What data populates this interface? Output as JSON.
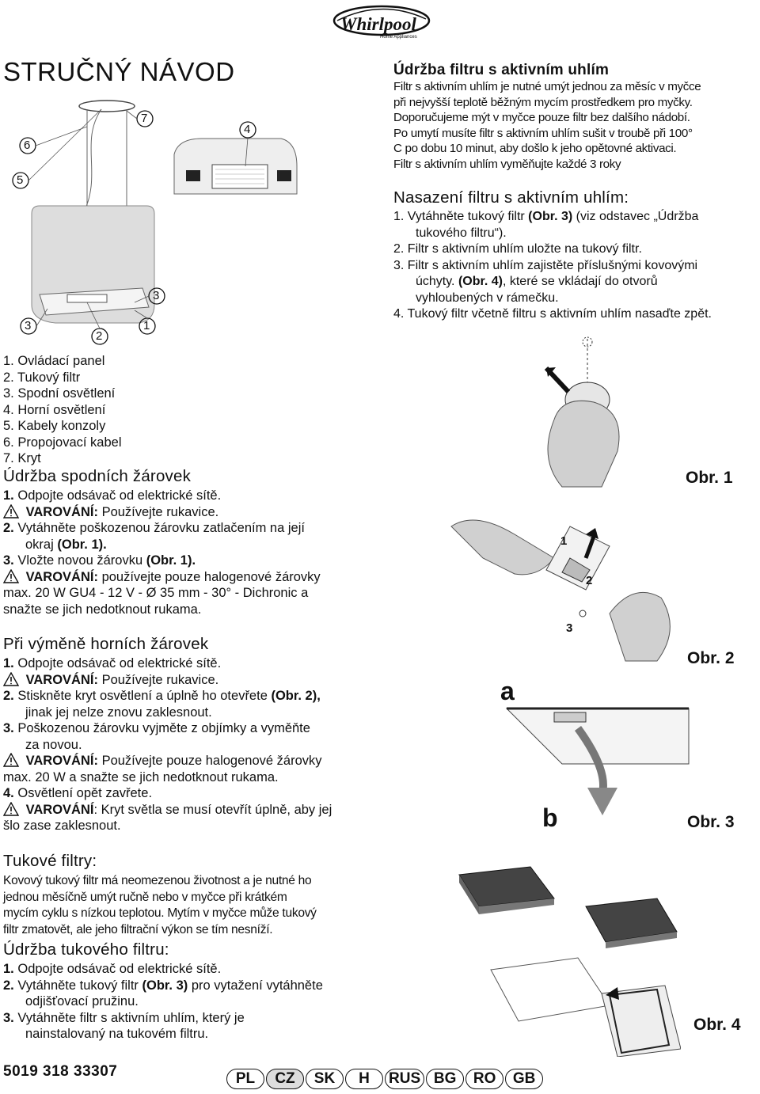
{
  "brand": {
    "name": "Whirlpool",
    "tagline": "Home Appliances"
  },
  "title": "STRUČNÝ NÁVOD",
  "diagram_callouts": [
    "6",
    "5",
    "7",
    "4",
    "3",
    "3",
    "2",
    "1"
  ],
  "parts": [
    "1. Ovládací panel",
    "2. Tukový filtr",
    "3. Spodní osvětlení",
    "4. Horní osvětlení",
    "5. Kabely konzoly",
    "6. Propojovací kabel",
    "7. Kryt"
  ],
  "lower_bulbs": {
    "heading": "Údržba spodních žárovek",
    "s1": "Odpojte odsávač od elektrické sítě.",
    "w1_label": "VAROVÁNÍ:",
    "w1_text": "Používejte rukavice.",
    "s2a": "Vytáhněte poškozenou žárovku zatlačením na její",
    "s2b": "okraj",
    "s2c": "(Obr. 1).",
    "s3a": "Vložte novou žárovku",
    "s3b": "(Obr. 1).",
    "w2_label": "VAROVÁNÍ:",
    "w2_text": "používejte pouze halogenové žárovky",
    "w2_cont1": "max. 20 W GU4 - 12 V - Ø 35 mm - 30° - Dichronic a",
    "w2_cont2": "snažte se jich nedotknout rukama."
  },
  "upper_bulbs": {
    "heading": "Při výměně horních žárovek",
    "s1": "Odpojte odsávač od elektrické sítě.",
    "w1_label": "VAROVÁNÍ:",
    "w1_text": "Používejte rukavice.",
    "s2a": "Stiskněte kryt osvětlení a úplně ho otevřete",
    "s2b": "(Obr. 2),",
    "s2c": "jinak jej nelze znovu zaklesnout.",
    "s3a": "Poškozenou žárovku vyjměte z objímky a vyměňte",
    "s3b": "za novou.",
    "w2_label": "VAROVÁNÍ:",
    "w2_text": "Používejte pouze halogenové žárovky",
    "w2_cont": "max. 20 W a snažte se jich nedotknout rukama.",
    "s4": "Osvětlení opět zavřete.",
    "w3_label": "VAROVÁNÍ",
    "w3_text": ": Kryt světla se musí otevřít úplně, aby jej",
    "w3_cont": "šlo zase zaklesnout."
  },
  "grease_filters": {
    "heading": "Tukové filtry:",
    "lines": [
      "Kovový tukový filtr má neomezenou životnost a je nutné ho",
      "jednou měsíčně umýt ručně nebo v myčce při krátkém",
      "mycím cyklu s nízkou teplotou. Mytím v myčce může tukový",
      "filtr zmatovět, ale jeho filtrační výkon se tím nesníží."
    ]
  },
  "grease_maint": {
    "heading": "Údržba tukového filtru:",
    "s1": "Odpojte odsávač od elektrické sítě.",
    "s2a": "Vytáhněte tukový filtr",
    "s2b": "(Obr. 3)",
    "s2c": "pro vytažení vytáhněte",
    "s2d": "odjišťovací pružinu.",
    "s3a": "Vytáhněte filtr s aktivním uhlím, který je",
    "s3b": "nainstalovaný na tukovém filtru."
  },
  "carbon_maint": {
    "heading": "Údržba filtru s aktivním uhlím",
    "lines": [
      "Filtr s aktivním uhlím je nutné umýt jednou za měsíc v myčce",
      "při nejvyšší teplotě běžným mycím prostředkem pro myčky.",
      "Doporučujeme mýt v myčce pouze filtr bez dalšího nádobí.",
      "Po umytí musíte filtr s aktivním uhlím sušit v troubě při 100°",
      "C po dobu 10 minut, aby došlo k jeho opětovné aktivaci.",
      "Filtr s aktivním uhlím vyměňujte každé 3 roky"
    ]
  },
  "carbon_fit": {
    "heading": "Nasazení filtru s aktivním uhlím:",
    "s1a": "Vytáhněte tukový filtr",
    "s1b": "(Obr. 3)",
    "s1c": "(viz odstavec „Údržba",
    "s1d": "tukového filtru“).",
    "s2": "Filtr s aktivním uhlím uložte na tukový filtr.",
    "s3a": "Filtr s aktivním uhlím zajistěte příslušnými kovovými",
    "s3b": "úchyty.",
    "s3c": "(Obr. 4)",
    "s3d": ", které se vkládají do otvorů",
    "s3e": "vyhloubených v rámečku.",
    "s4": "Tukový filtr včetně filtru s aktivním uhlím nasaďte zpět."
  },
  "figures": {
    "obr1": "Obr. 1",
    "obr2": "Obr. 2",
    "obr3": "Obr. 3",
    "obr4": "Obr. 4",
    "fig2_callouts": [
      "1",
      "2",
      "3"
    ],
    "fig3_a": "a",
    "fig3_b": "b"
  },
  "footer": {
    "code": "5019 318 33307",
    "languages": [
      "PL",
      "CZ",
      "SK",
      "H",
      "RUS",
      "BG",
      "RO",
      "GB"
    ]
  }
}
